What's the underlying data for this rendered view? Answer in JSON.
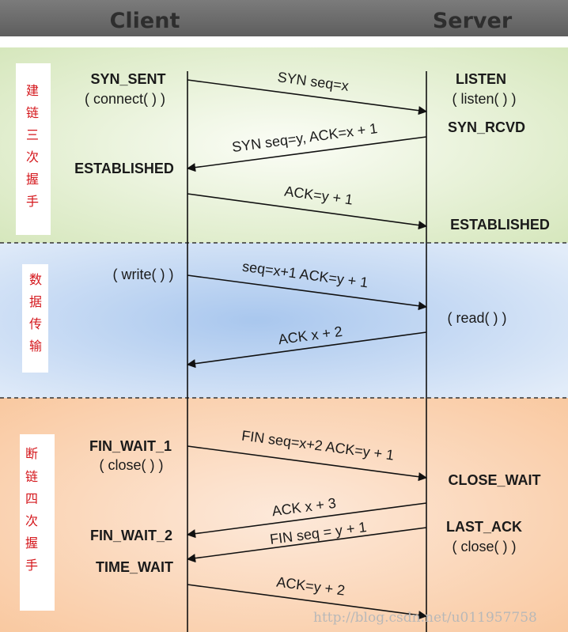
{
  "header": {
    "client": "Client",
    "server": "Server"
  },
  "phases": [
    {
      "label": "建链三次握手",
      "chars": [
        "建",
        "链",
        "三",
        "次",
        "握",
        "手"
      ]
    },
    {
      "label": "数据传输",
      "chars": [
        "数",
        "据",
        "传",
        "输"
      ]
    },
    {
      "label": "断链四次握手",
      "chars": [
        "断",
        "链",
        "四",
        "次",
        "握",
        "手"
      ]
    }
  ],
  "client_labels": [
    {
      "text": "SYN_SENT",
      "kind": "state"
    },
    {
      "text": "( connect( ) )",
      "kind": "call"
    },
    {
      "text": "ESTABLISHED",
      "kind": "state"
    },
    {
      "text": "( write( ) )",
      "kind": "call"
    },
    {
      "text": "FIN_WAIT_1",
      "kind": "state"
    },
    {
      "text": "( close( ) )",
      "kind": "call"
    },
    {
      "text": "FIN_WAIT_2",
      "kind": "state"
    },
    {
      "text": "TIME_WAIT",
      "kind": "state"
    }
  ],
  "server_labels": [
    {
      "text": "LISTEN",
      "kind": "state"
    },
    {
      "text": "( listen( ) )",
      "kind": "call"
    },
    {
      "text": "SYN_RCVD",
      "kind": "state"
    },
    {
      "text": "ESTABLISHED",
      "kind": "state"
    },
    {
      "text": "( read( ) )",
      "kind": "call"
    },
    {
      "text": "CLOSE_WAIT",
      "kind": "state"
    },
    {
      "text": "LAST_ACK",
      "kind": "state"
    },
    {
      "text": "( close( ) )",
      "kind": "call"
    }
  ],
  "messages": [
    {
      "text": "SYN seq=x",
      "direction": "client-to-server"
    },
    {
      "text": "SYN seq=y, ACK=x + 1",
      "direction": "server-to-client"
    },
    {
      "text": "ACK=y + 1",
      "direction": "client-to-server"
    },
    {
      "text": "seq=x+1 ACK=y + 1",
      "direction": "client-to-server"
    },
    {
      "text": "ACK x + 2",
      "direction": "server-to-client"
    },
    {
      "text": "FIN seq=x+2 ACK=y + 1",
      "direction": "client-to-server"
    },
    {
      "text": "ACK x + 3",
      "direction": "server-to-client"
    },
    {
      "text": "FIN seq = y + 1",
      "direction": "server-to-client"
    },
    {
      "text": "ACK=y + 2",
      "direction": "client-to-server"
    }
  ],
  "watermark": "http://blog.csdn.net/u011957758",
  "colors": {
    "header_bg": "#6f6f6f",
    "phase1": "#dfeccb",
    "phase2": "#d3e2f6",
    "phase3": "#fbd8bc",
    "phase_text": "#d4161b"
  }
}
